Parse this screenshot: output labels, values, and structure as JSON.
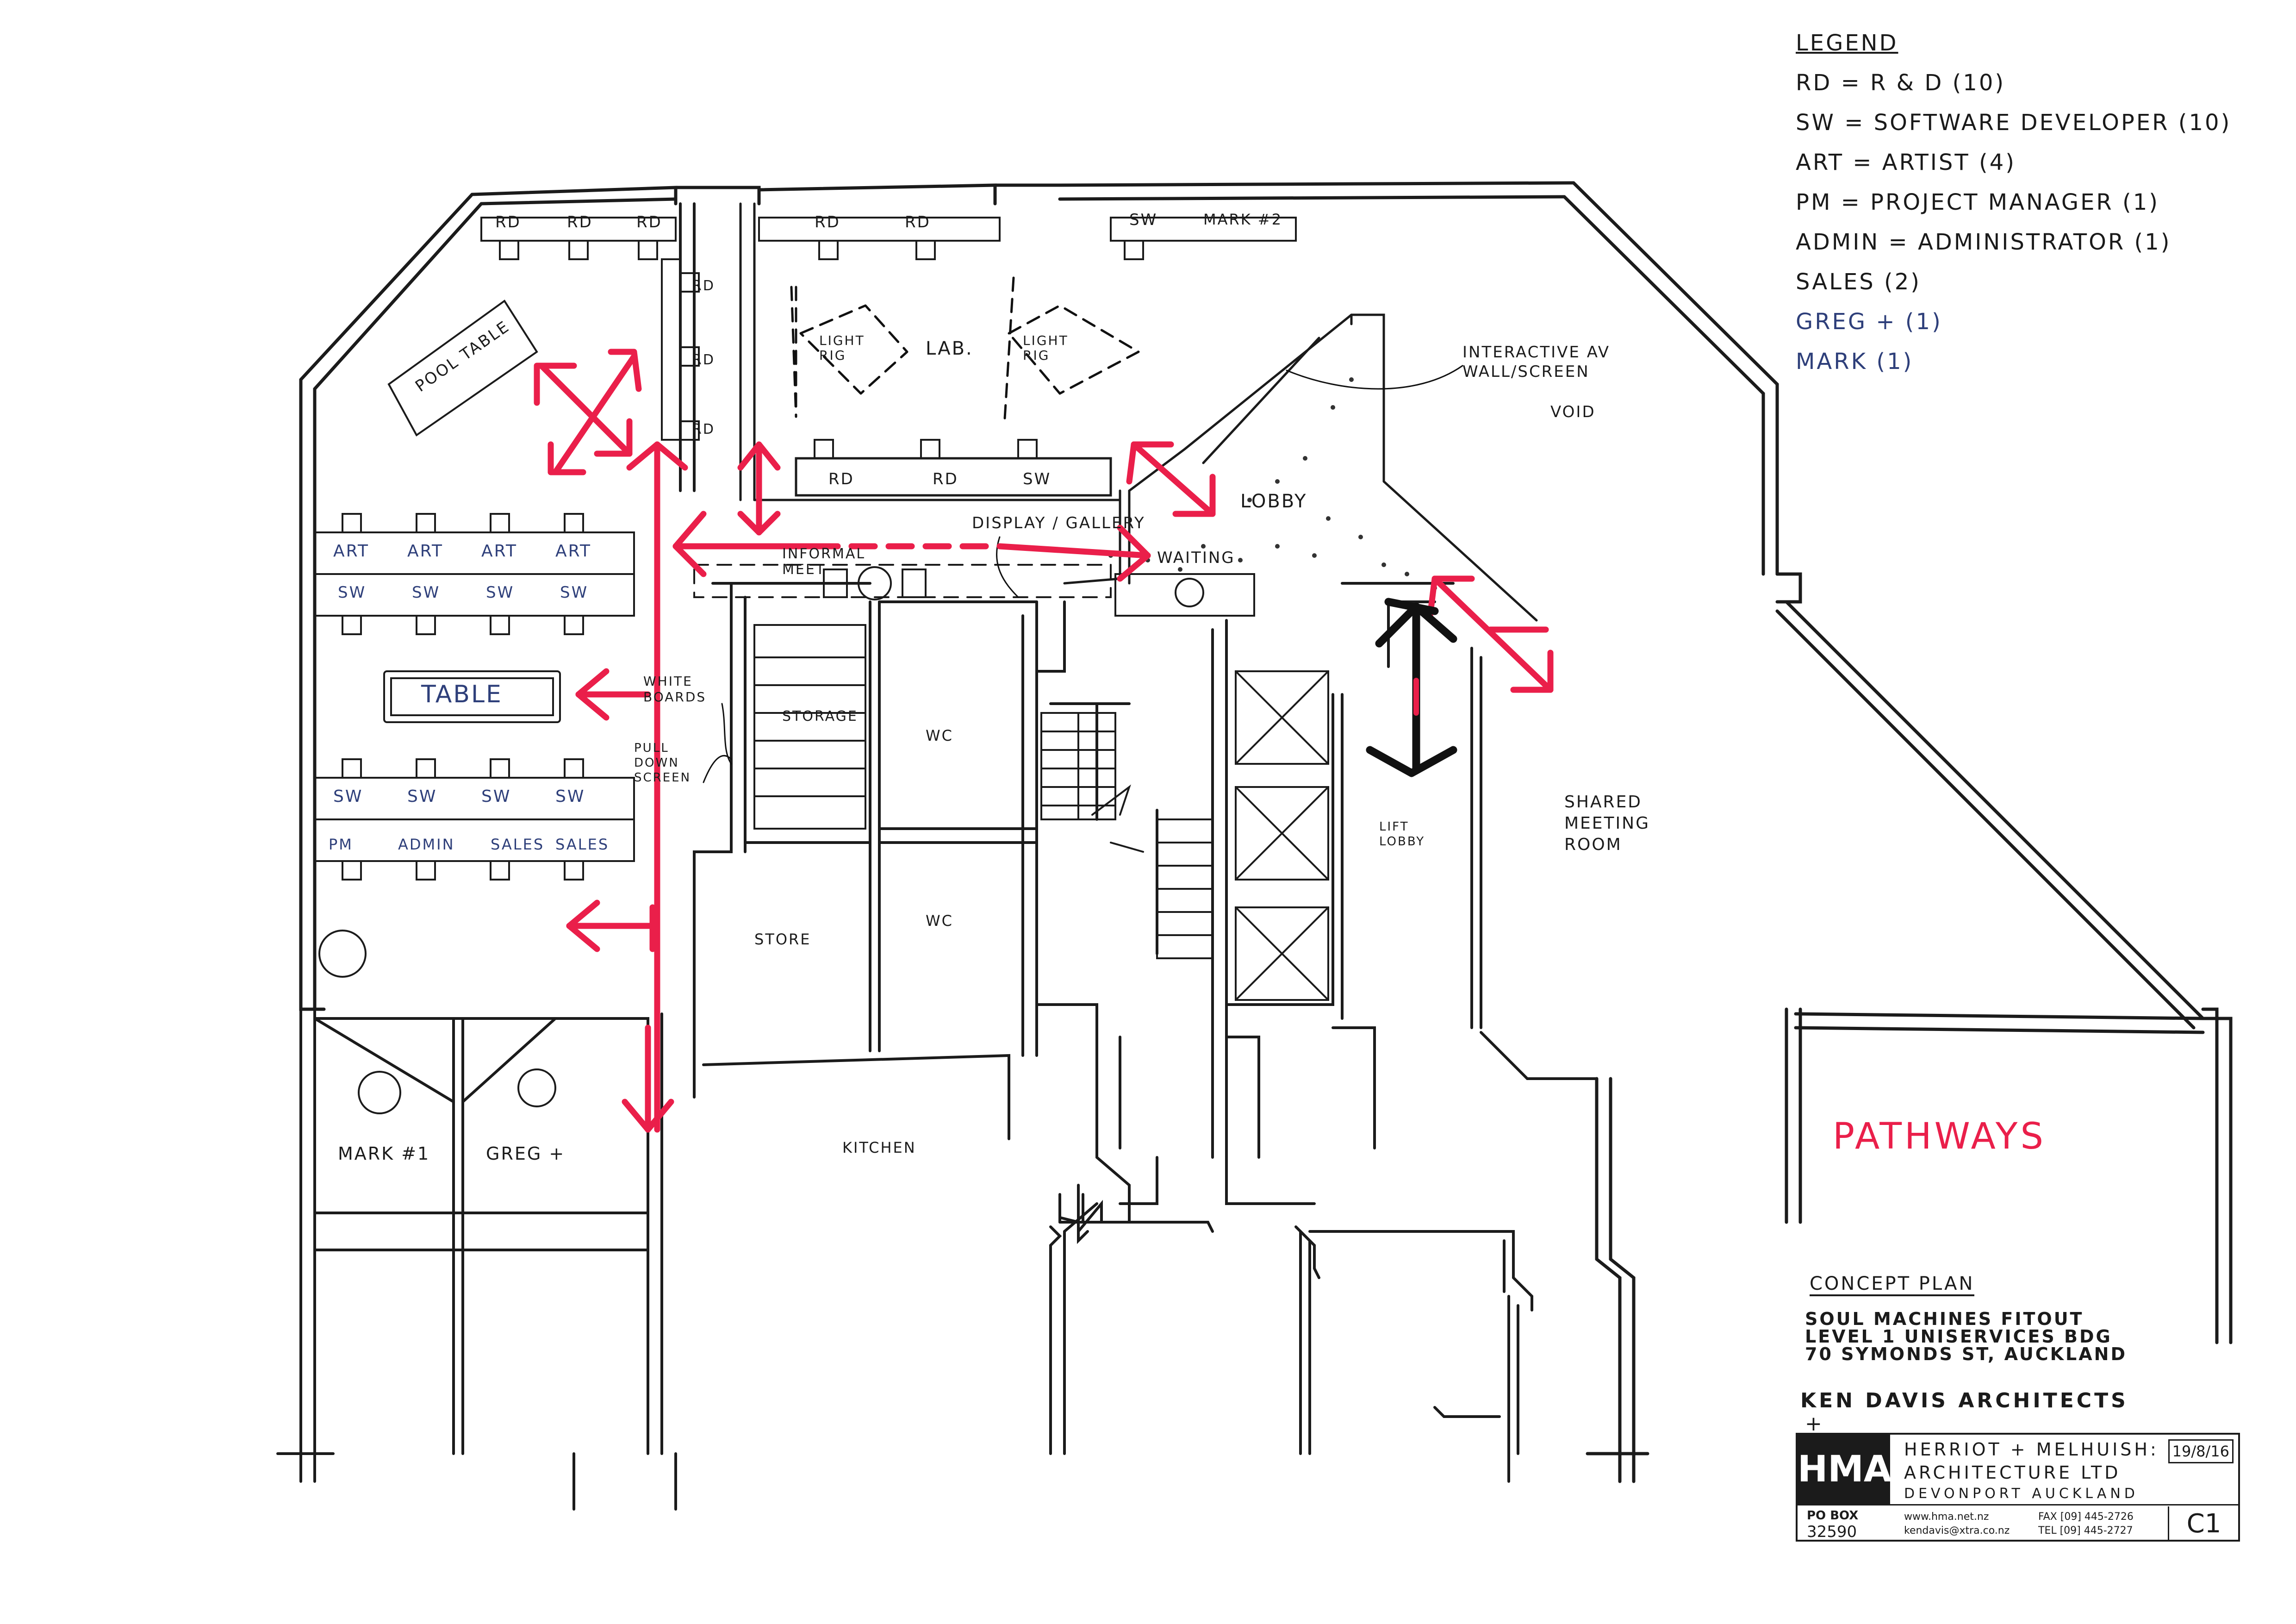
{
  "legend": {
    "title": "LEGEND",
    "entries": [
      {
        "text": "RD = R & D (10)",
        "color": "#1a1a1a"
      },
      {
        "text": "SW = SOFTWARE DEVELOPER (10)",
        "color": "#1a1a1a"
      },
      {
        "text": "ART = ARTIST (4)",
        "color": "#1a1a1a"
      },
      {
        "text": "PM = PROJECT MANAGER (1)",
        "color": "#1a1a1a"
      },
      {
        "text": "ADMIN = ADMINISTRATOR (1)",
        "color": "#1a1a1a"
      },
      {
        "text": "SALES (2)",
        "color": "#1a1a1a"
      },
      {
        "text": "GREG + (1)",
        "color": "#2e3f7a"
      },
      {
        "text": "MARK (1)",
        "color": "#2e3f7a"
      }
    ]
  },
  "rooms": {
    "pool_table": "POOL TABLE",
    "lab": "LAB.",
    "light_rig_1": "LIGHT RIG",
    "light_rig_2": "LIGHT RIG",
    "lobby": "LOBBY",
    "display_gallery": "DISPLAY / GALLERY",
    "informal_meet": "INFORMAL MEET",
    "waiting": "WAITING",
    "interactive_av": "INTERACTIVE AV WALL/SCREEN",
    "void": "VOID",
    "table": "TABLE",
    "white_boards": "WHITE BOARDS",
    "pull_down_screen": "PULL DOWN SCREEN",
    "storage": "STORAGE",
    "wc_1": "WC",
    "wc_2": "WC",
    "store": "STORE",
    "lift_lobby": "LIFT LOBBY",
    "shared_meeting_room": "SHARED MEETING ROOM",
    "kitchen": "KITCHEN",
    "mark_1": "MARK #1",
    "greg": "GREG +",
    "mark_2": "MARK #2",
    "pathways": "PATHWAYS"
  },
  "desk_labels": {
    "top_left": [
      "RD",
      "RD",
      "RD"
    ],
    "right_col": [
      "RD",
      "RD",
      "RD"
    ],
    "top_mid": [
      "RD",
      "RD"
    ],
    "top_right_sw": "SW",
    "lab_bench": [
      "RD",
      "RD",
      "SW"
    ],
    "art_row": [
      "ART",
      "ART",
      "ART",
      "ART"
    ],
    "sw_row_1": [
      "SW",
      "SW",
      "SW",
      "SW"
    ],
    "sw_row_2": [
      "SW",
      "SW",
      "SW",
      "SW"
    ],
    "bottom_row": [
      "PM",
      "ADMIN",
      "SALES",
      "SALES"
    ]
  },
  "title_block": {
    "concept_plan": "CONCEPT PLAN",
    "project_lines": [
      "SOUL MACHINES FITOUT",
      "LEVEL 1 UNISERVICES BDG",
      "70 SYMONDS ST, AUCKLAND"
    ],
    "architect": "KEN DAVIS ARCHITECTS",
    "plus": "+",
    "logo": "HMA",
    "firm_line_1": "HERRIOT + MELHUISH:",
    "firm_line_2": "ARCHITECTURE LTD",
    "location": "DEVONPORT AUCKLAND",
    "po_box_label": "PO BOX",
    "po_box_number": "32590",
    "web": "www.hma.net.nz",
    "email": "kendavis@xtra.co.nz",
    "fax": "FAX [09] 445-2726",
    "tel": "TEL [09] 445-2727",
    "date": "19/8/16",
    "sheet": "C1"
  },
  "colors": {
    "ink": "#1b1b1b",
    "pathway": "#ea1f4a",
    "blue_ink": "#2e3f7a"
  }
}
